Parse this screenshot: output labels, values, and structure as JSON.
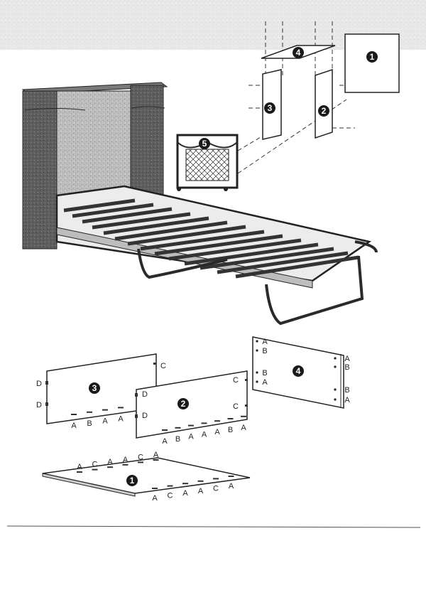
{
  "assembly": {
    "parts": [
      {
        "num": "1",
        "name": "part-1-panel"
      },
      {
        "num": "2",
        "name": "part-2-panel"
      },
      {
        "num": "3",
        "name": "part-3-panel"
      },
      {
        "num": "4",
        "name": "part-4-panel"
      },
      {
        "num": "5",
        "name": "part-5-shelf"
      }
    ]
  },
  "panels": {
    "p3": {
      "num": "3",
      "right": [
        "C"
      ],
      "left": [
        "D",
        "D"
      ],
      "bottom": [
        "A",
        "B",
        "A",
        "A"
      ]
    },
    "p2": {
      "num": "2",
      "left": [
        "D",
        "D"
      ],
      "right": [
        "C",
        "C"
      ],
      "bottom": [
        "A",
        "B",
        "A",
        "A",
        "A",
        "B",
        "A"
      ]
    },
    "p4": {
      "num": "4",
      "left": [
        "A",
        "B",
        "B",
        "A"
      ],
      "right": [
        "A",
        "B",
        "B",
        "A"
      ]
    },
    "p1": {
      "num": "1",
      "top": [
        "A",
        "C",
        "A",
        "A",
        "C",
        "A"
      ],
      "bottom": [
        "A",
        "C",
        "A",
        "A",
        "C",
        "A"
      ]
    }
  },
  "colors": {
    "ink": "#2a2a2a",
    "cabinet": "#6a6a6a",
    "badge": "#1a1a1a"
  }
}
